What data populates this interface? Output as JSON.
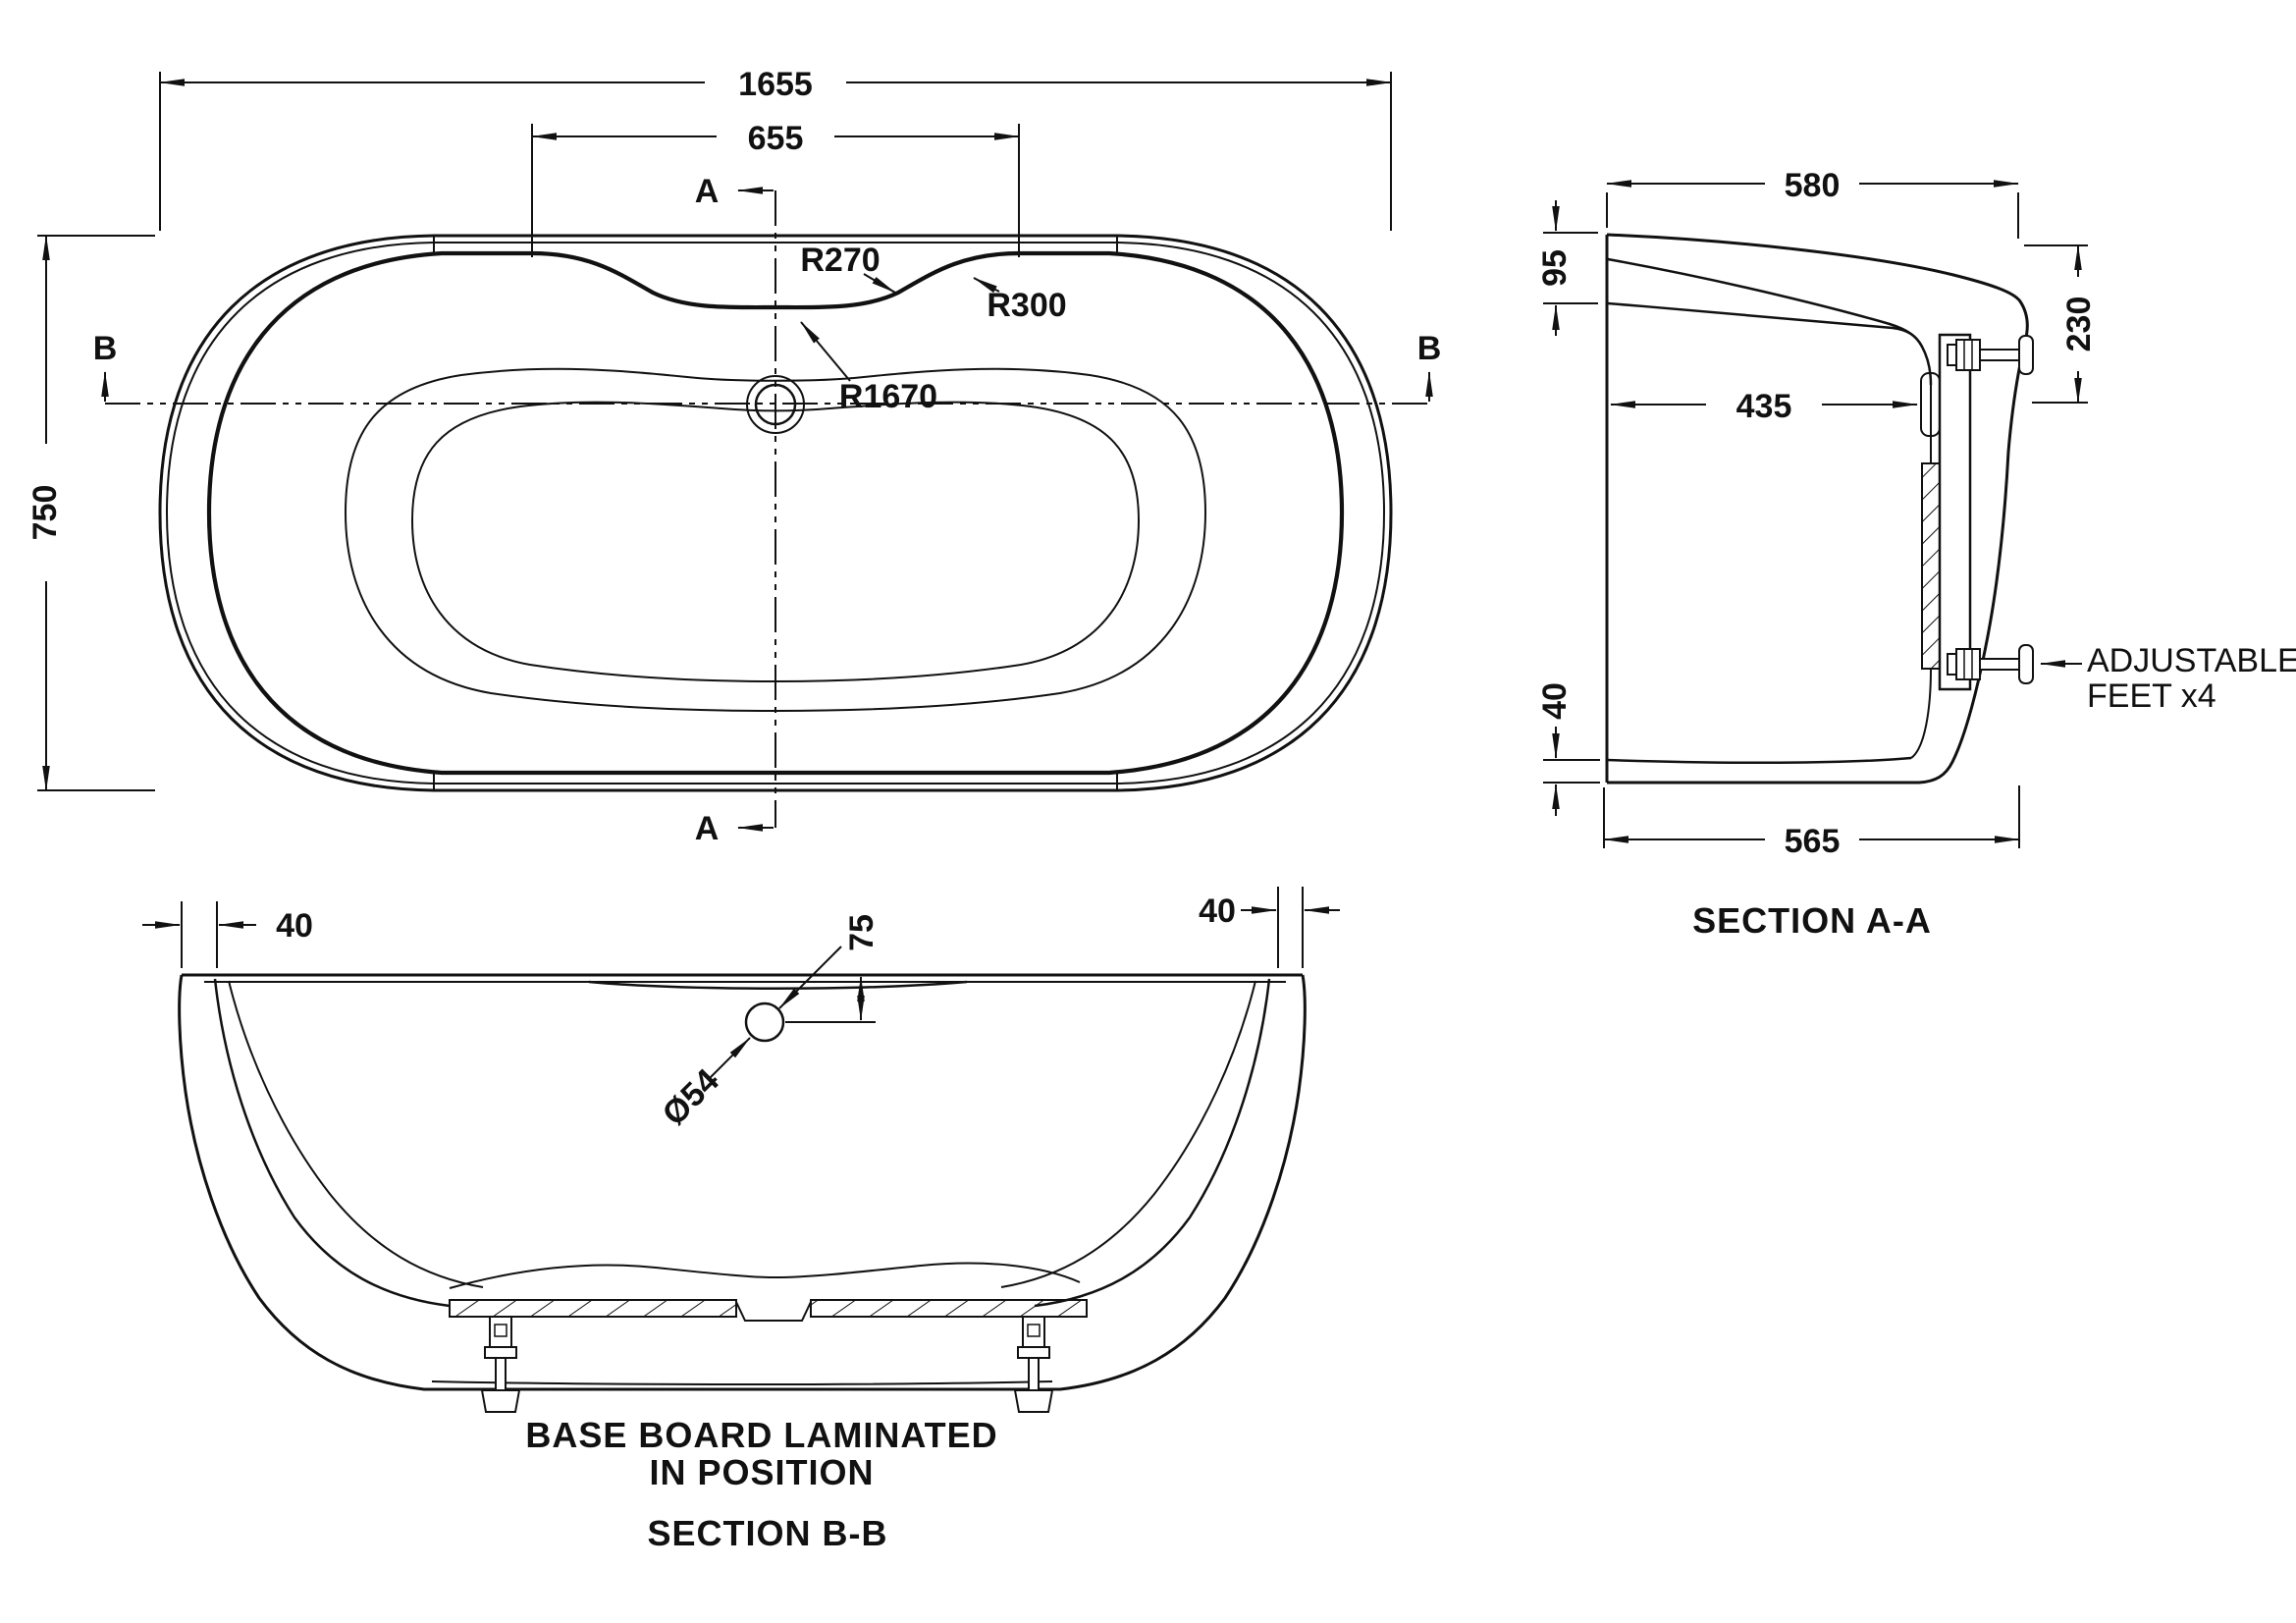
{
  "colors": {
    "ink": "#111111",
    "background": "#ffffff"
  },
  "plan": {
    "dim_overall_length": "1655",
    "dim_backrest_span": "655",
    "dim_overall_width": "750",
    "radius_back_center": "R1670",
    "radius_back_left": "R270",
    "radius_back_right": "R300",
    "section_a_marker": "A",
    "section_b_marker": "B"
  },
  "section_aa": {
    "title": "SECTION A-A",
    "dim_top_width": "580",
    "dim_rim_depth": "95",
    "dim_end_height": "230",
    "dim_inner_width": "435",
    "dim_base_thickness": "40",
    "dim_base_width": "565",
    "note_adjustable_feet_line1": "ADJUSTABLE",
    "note_adjustable_feet_line2": "FEET x4"
  },
  "section_bb": {
    "title": "SECTION B-B",
    "dim_rim_lip_left": "40",
    "dim_rim_lip_right": "40",
    "dim_waste_offset": "75",
    "dim_waste_diameter": "Ø54",
    "note_base_board_line1": "BASE BOARD LAMINATED",
    "note_base_board_line2": "IN POSITION"
  }
}
